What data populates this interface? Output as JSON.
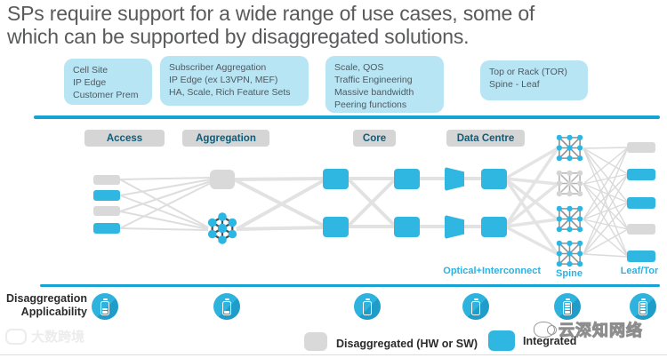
{
  "title": "SPs require support for a wide range of use cases, some of\nwhich can be supported by disaggregated solutions.",
  "callouts": [
    {
      "text": "Cell Site\nIP Edge\nCustomer Prem"
    },
    {
      "text": "Subscriber Aggregation\nIP Edge (ex L3VPN, MEF)\nHA, Scale, Rich Feature Sets"
    },
    {
      "text": "Scale, QOS\nTraffic Engineering\nMassive bandwidth\nPeering functions"
    },
    {
      "text": "Top or Rack (TOR)\nSpine - Leaf"
    }
  ],
  "sections": {
    "access": "Access",
    "aggregation": "Aggregation",
    "core": "Core",
    "datacentre": "Data Centre"
  },
  "diagram_labels": {
    "optical": "Optical+Interconnect",
    "spine": "Spine",
    "leaf": "Leaf/Tor"
  },
  "bottom": {
    "row_label": "Disaggregation\nApplicability",
    "batteries": [
      {
        "column": "Access",
        "bars": 2
      },
      {
        "column": "Aggregation",
        "bars": 1
      },
      {
        "column": "Core",
        "bars": 0
      },
      {
        "column": "Data Centre",
        "bars": 0
      },
      {
        "column": "Spine",
        "bars": 4
      },
      {
        "column": "Leaf/Tor",
        "bars": 4
      }
    ]
  },
  "legend": {
    "disaggregated": "Disaggregated (HW or SW)",
    "integrated": "Integrated"
  },
  "watermarks": {
    "left": "大数跨境",
    "right": "云深知网络"
  },
  "colors": {
    "accent_line": "#17a2d4",
    "integrated_blue": "#2fb7e2",
    "disaggregated_gray": "#d9d9d9",
    "callout_bg": "#b7e5f3",
    "section_text": "#0b5d7d",
    "diagram_label_blue": "#2cb2e2"
  }
}
